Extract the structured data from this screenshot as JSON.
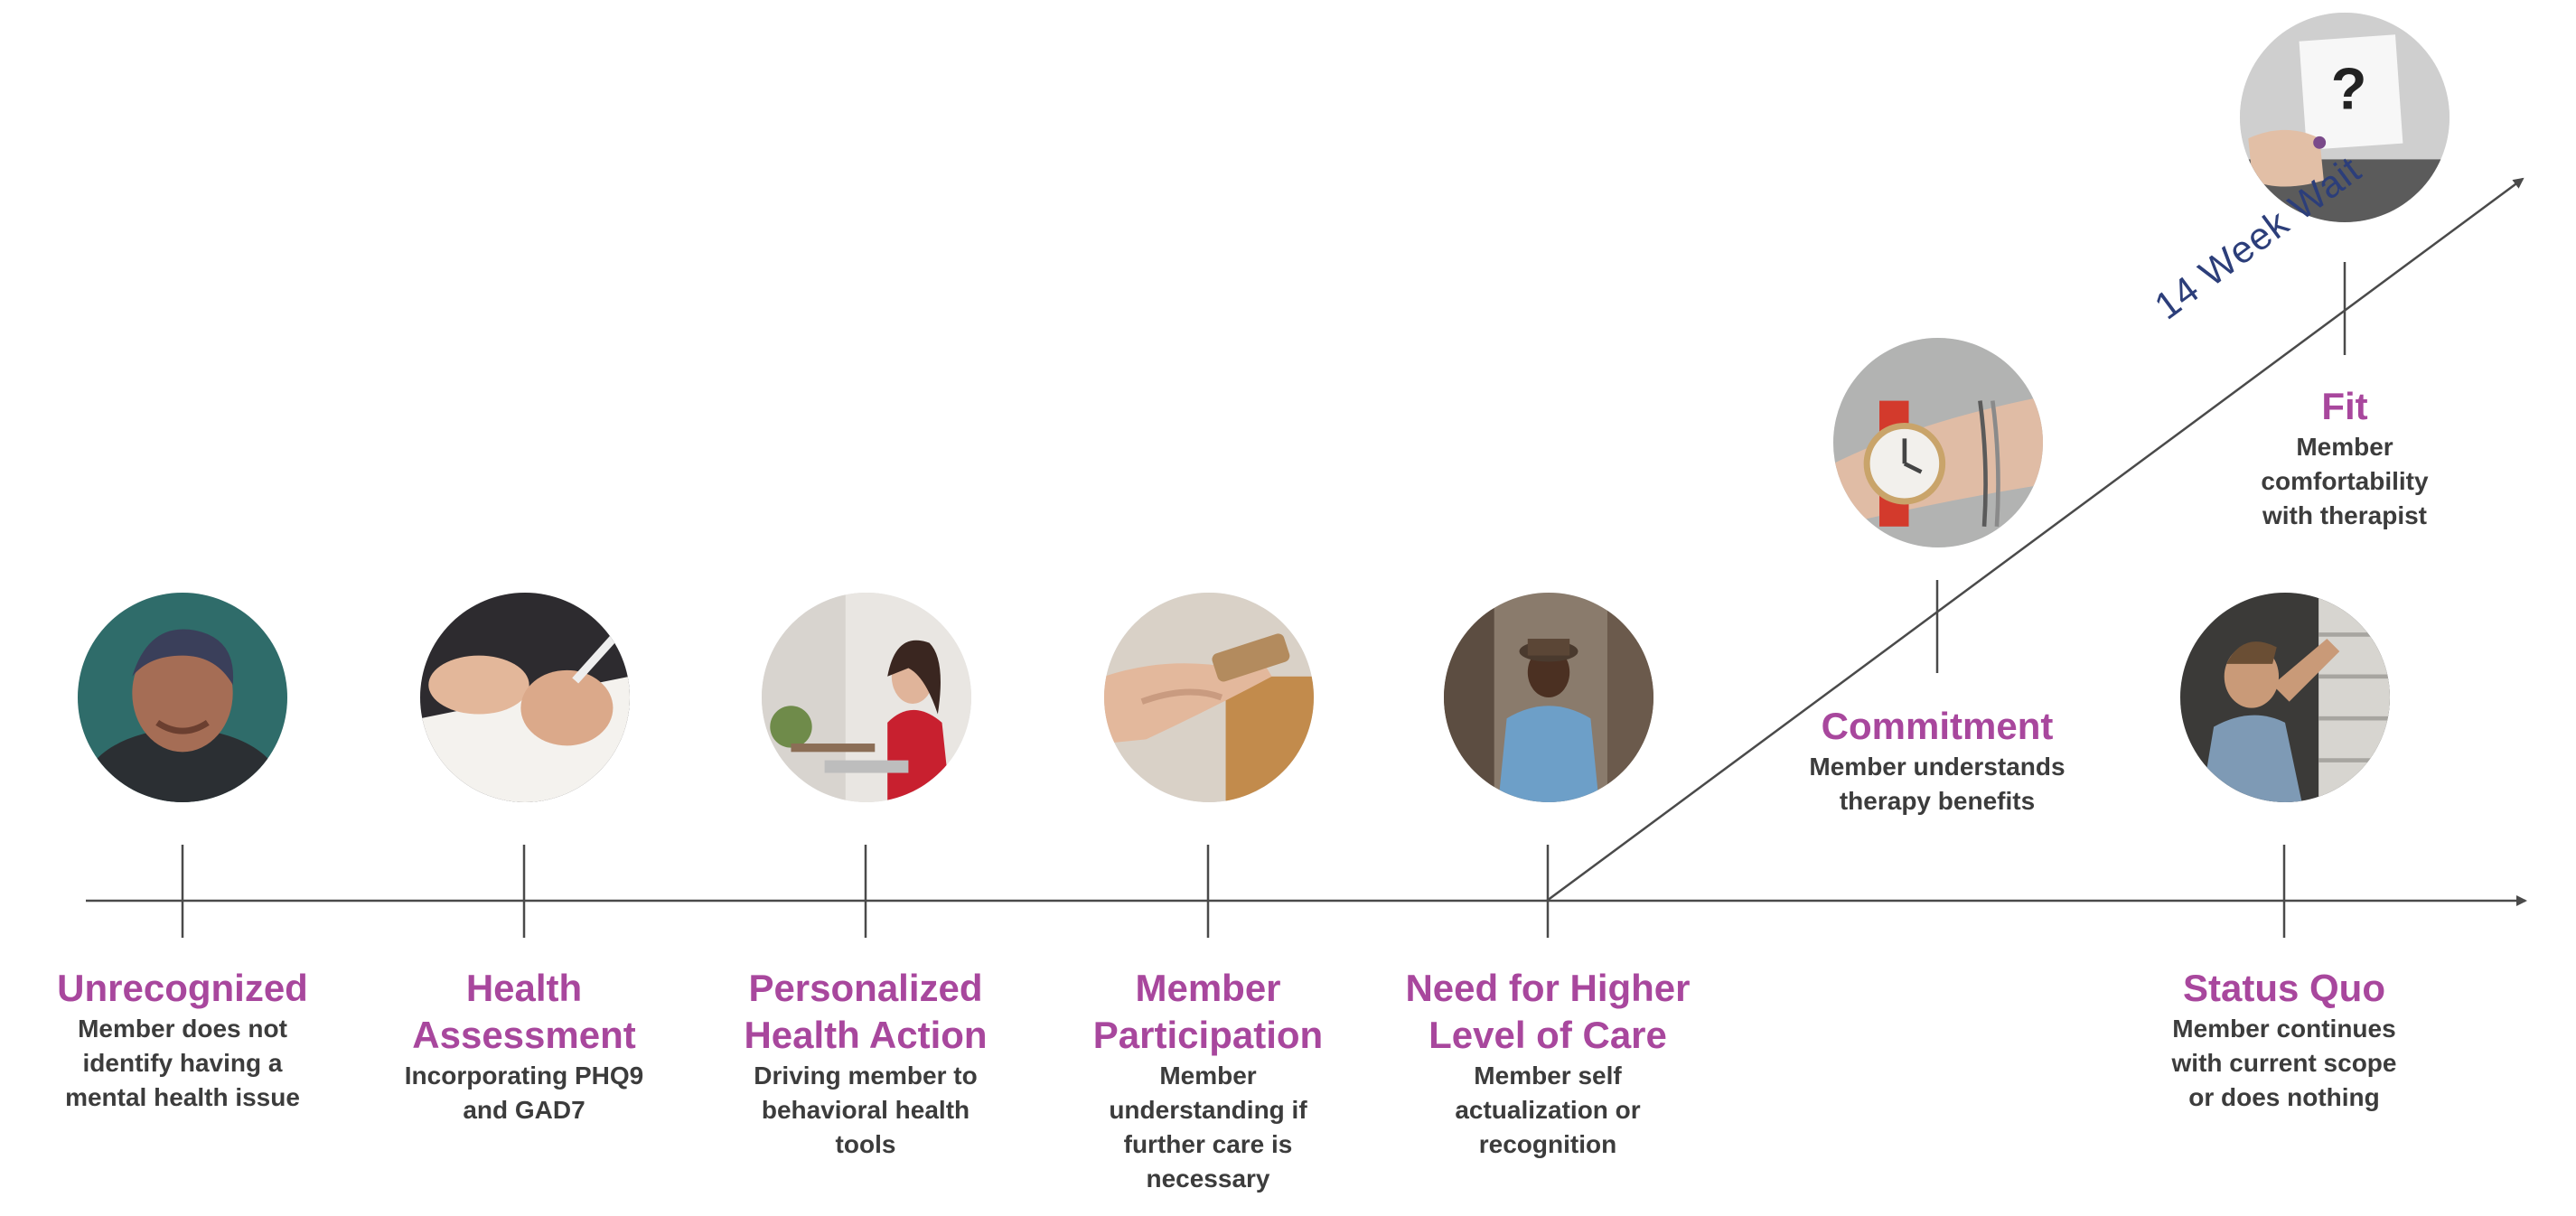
{
  "stages": [
    {
      "title": "Unrecognized",
      "desc": "Member does not identify having a mental health issue",
      "icon": "distressed-man-photo"
    },
    {
      "title": "Health Assessment",
      "desc": "Incorporating PHQ9 and GAD7",
      "icon": "writing-hand-photo"
    },
    {
      "title": "Personalized Health Action",
      "desc": "Driving member to behavioral health tools",
      "icon": "woman-at-laptop-photo"
    },
    {
      "title": "Member Participation",
      "desc": "Member understanding if further care is necessary",
      "icon": "phone-in-hand-photo"
    },
    {
      "title": "Need for Higher Level of Care",
      "desc": "Member self actualization or recognition",
      "icon": "man-sitting-photo"
    },
    {
      "title": "Status Quo",
      "desc": "Member continues with current scope or does nothing",
      "icon": "man-at-window-photo"
    }
  ],
  "branch": {
    "label": "14 Week Wait",
    "commitment": {
      "title": "Commitment",
      "desc": "Member understands therapy benefits",
      "icon": "wristwatch-photo"
    },
    "fit": {
      "title": "Fit",
      "desc": "Member comfortability with therapist",
      "icon": "question-card-photo"
    }
  },
  "colors": {
    "title": "#a8479d",
    "text": "#3c3c3c",
    "line": "#4a4a4a",
    "wait_label": "#2c3e7a"
  }
}
